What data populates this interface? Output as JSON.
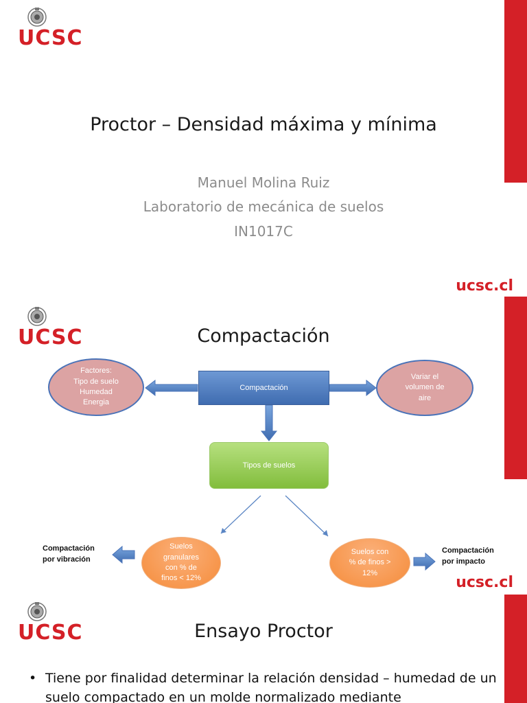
{
  "brand": {
    "logo_text": "UCSC",
    "footer": "ucsc.cl",
    "accent": "#d42027"
  },
  "slide1": {
    "title": "Proctor – Densidad máxima y mínima",
    "author": "Manuel Molina Ruiz",
    "lab": "Laboratorio de mecánica de suelos",
    "code": "IN1017C"
  },
  "slide2": {
    "title": "Compactación",
    "center_box": "Compactación",
    "factors": [
      "Factores:",
      "Tipo de suelo",
      "Humedad",
      "Energia"
    ],
    "air": [
      "Variar el",
      "volumen de",
      "aire"
    ],
    "soil_types": "Tipos de suelos",
    "granular": [
      "Suelos",
      "granulares",
      "con % de",
      "finos < 12%"
    ],
    "fines": [
      "Suelos con",
      "% de finos >",
      "12%"
    ],
    "vibration": [
      "Compactación",
      "por vibración"
    ],
    "impact": [
      "Compactación",
      "por impacto"
    ]
  },
  "slide3": {
    "title": "Ensayo Proctor",
    "bullet": "Tiene por finalidad determinar la relación densidad – humedad de un suelo compactado en un molde normalizado mediante"
  }
}
